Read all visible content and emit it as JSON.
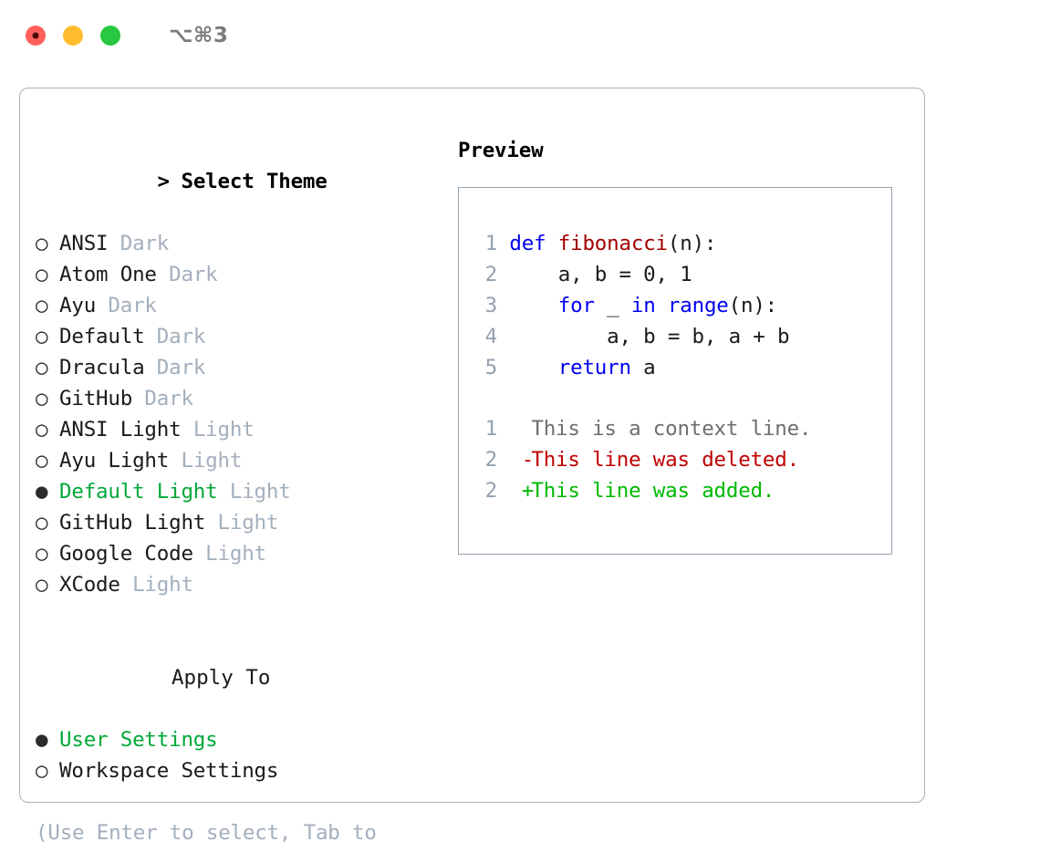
{
  "window": {
    "shortcut": "⌥⌘3",
    "traffic_lights": [
      {
        "name": "close",
        "color": "#ff605c"
      },
      {
        "name": "minimize",
        "color": "#ffbd2e"
      },
      {
        "name": "maximize",
        "color": "#28c840"
      }
    ]
  },
  "colors": {
    "accent_green": "#00a838",
    "muted": "#a3afbd",
    "border": "#aab2bd",
    "preview_border": "#93a1b0",
    "keyword": "#0000ee",
    "function": "#a00000",
    "diff_add": "#00b800",
    "diff_del": "#c00000",
    "diff_ctx": "#6e6e6e"
  },
  "theme_list": {
    "header": "Select Theme",
    "header_prompt": ">",
    "marker_selected": "●",
    "marker_unselected": "○",
    "items": [
      {
        "name": "ANSI",
        "badge": "Dark",
        "selected": false
      },
      {
        "name": "Atom One",
        "badge": "Dark",
        "selected": false
      },
      {
        "name": "Ayu",
        "badge": "Dark",
        "selected": false
      },
      {
        "name": "Default",
        "badge": "Dark",
        "selected": false
      },
      {
        "name": "Dracula",
        "badge": "Dark",
        "selected": false
      },
      {
        "name": "GitHub",
        "badge": "Dark",
        "selected": false
      },
      {
        "name": "ANSI Light",
        "badge": "Light",
        "selected": false
      },
      {
        "name": "Ayu Light",
        "badge": "Light",
        "selected": false
      },
      {
        "name": "Default Light",
        "badge": "Light",
        "selected": true
      },
      {
        "name": "GitHub Light",
        "badge": "Light",
        "selected": false
      },
      {
        "name": "Google Code",
        "badge": "Light",
        "selected": false
      },
      {
        "name": "XCode",
        "badge": "Light",
        "selected": false
      }
    ]
  },
  "apply_to": {
    "title": "Apply To",
    "options": [
      {
        "name": "User Settings",
        "selected": true
      },
      {
        "name": "Workspace Settings",
        "selected": false
      }
    ]
  },
  "hint": "(Use Enter to select, Tab to change focus)",
  "preview": {
    "title": "Preview",
    "code": {
      "lines": [
        {
          "no": "1",
          "tokens": [
            {
              "t": "def ",
              "c": "kw"
            },
            {
              "t": "fibonacci",
              "c": "fn"
            },
            {
              "t": "(n):",
              "c": "plain"
            }
          ]
        },
        {
          "no": "2",
          "tokens": [
            {
              "t": "    a, b = 0, 1",
              "c": "plain"
            }
          ]
        },
        {
          "no": "3",
          "tokens": [
            {
              "t": "    ",
              "c": "plain"
            },
            {
              "t": "for",
              "c": "kw"
            },
            {
              "t": " _ ",
              "c": "plain"
            },
            {
              "t": "in",
              "c": "kw"
            },
            {
              "t": " ",
              "c": "plain"
            },
            {
              "t": "range",
              "c": "kw"
            },
            {
              "t": "(n):",
              "c": "plain"
            }
          ]
        },
        {
          "no": "4",
          "tokens": [
            {
              "t": "        a, b = b, a + b",
              "c": "plain"
            }
          ]
        },
        {
          "no": "5",
          "tokens": [
            {
              "t": "    ",
              "c": "plain"
            },
            {
              "t": "return",
              "c": "kw"
            },
            {
              "t": " a",
              "c": "plain"
            }
          ]
        }
      ]
    },
    "diff": {
      "lines": [
        {
          "no": "1",
          "mark": " ",
          "text": "This is a context line.",
          "kind": "ctx"
        },
        {
          "no": "2",
          "mark": "-",
          "text": "This line was deleted.",
          "kind": "del"
        },
        {
          "no": "2",
          "mark": "+",
          "text": "This line was added.",
          "kind": "add"
        }
      ]
    }
  }
}
